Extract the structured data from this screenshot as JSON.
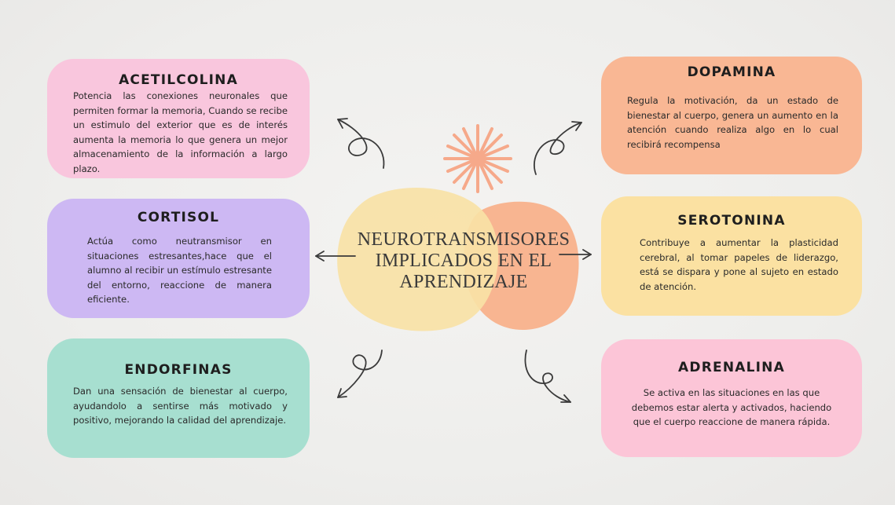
{
  "center": {
    "line1": "NEUROTRANSMISORES",
    "line2": "IMPLICADOS EN EL",
    "line3": "APRENDIZAJE"
  },
  "cards": {
    "acetilcolina": {
      "title": "ACETILCOLINA",
      "text": "Potencia las conexiones neuronales que permiten formar la memoria, Cuando se recibe un estimulo del exterior que es de interés aumenta la memoria lo que genera un mejor almacenamiento de la información a largo plazo."
    },
    "cortisol": {
      "title": "CORTISOL",
      "text": "Actúa como neutransmisor en situaciones estresantes,hace que el alumno al recibir un estímulo estresante del entorno, reaccione de manera eficiente."
    },
    "endorfinas": {
      "title": "ENDORFINAS",
      "text": "Dan una sensación de bienestar al cuerpo, ayudandolo a sentirse más motivado y positivo, mejorando la calidad del aprendizaje."
    },
    "dopamina": {
      "title": "DOPAMINA",
      "text": "Regula la motivación, da un estado de bienestar al cuerpo, genera un aumento en la atención cuando realiza algo en lo cual recibirá recompensa"
    },
    "serotonina": {
      "title": "SEROTONINA",
      "text": "Contribuye a aumentar la plasticidad cerebral, al tomar papeles de liderazgo, está se dispara y pone al sujeto en estado de atención."
    },
    "adrenalina": {
      "title": "ADRENALINA",
      "text": "Se activa en las situaciones en las que debemos estar alerta y activados, haciendo que el cuerpo reaccione de manera rápida."
    }
  },
  "colors": {
    "acetilcolina": "#f9c6dd",
    "cortisol": "#cdb8f3",
    "endorfinas": "#a7dfd0",
    "dopamina": "#f9b794",
    "serotonina": "#fbe1a2",
    "adrenalina": "#fcc5d7",
    "blob_yellow": "#f8e2a6",
    "blob_orange": "#f8b591",
    "starburst": "#f6a98a",
    "arrow": "#3a3a3a"
  }
}
